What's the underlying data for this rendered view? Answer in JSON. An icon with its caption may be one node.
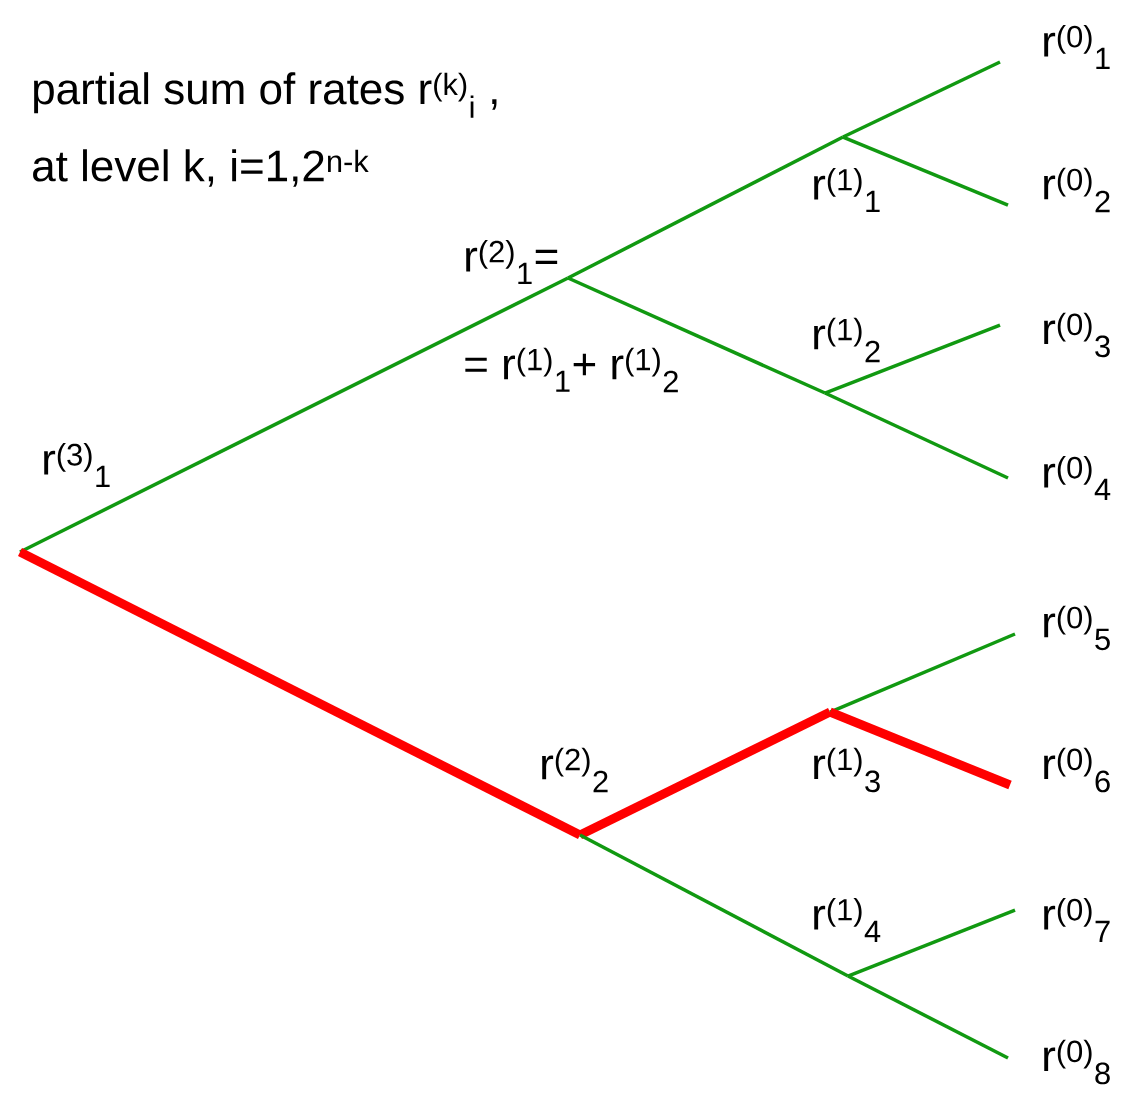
{
  "diagram": {
    "nodes": [
      {
        "text": [
          "r$^{(3)}$$_{1}$"
        ]
      },
      {
        "text": [
          "r$^{(2)}$$_{1}$="
        ],
        "beside": [
          "= r$^{(1)}$$_{1}$+ r$^{(1)}$$_{2}$"
        ]
      },
      {
        "text": [
          "r$^{(2)}$$_{2}$"
        ]
      },
      {
        "text": [
          "r$^{(1)}$$_{1}$"
        ]
      },
      {
        "text": [
          "r$^{(1)}$$_{2}$"
        ]
      },
      {
        "text": [
          "r$^{(1)}$$_{3}$"
        ]
      },
      {
        "text": [
          "r$^{(1)}$$_{4}$"
        ]
      },
      {
        "text": [
          "r$^{(0)}$$_{1}$"
        ]
      },
      {
        "text": [
          "r$^{(0)}$$_{2}$"
        ]
      },
      {
        "text": [
          "r$^{(0)}$$_{3}$"
        ]
      },
      {
        "text": [
          "r$^{(0)}$$_{4}$"
        ]
      },
      {
        "text": [
          "r$^{(0)}$$_{5}$"
        ]
      },
      {
        "text": [
          "r$^{(0)}$$_{6}$"
        ]
      },
      {
        "text": [
          "r$^{(0)}$$_{7}$"
        ]
      },
      {
        "text": [
          "r$^{(0)}$$_{8}$"
        ]
      }
    ],
    "edges": [
      {
        "from": 0,
        "to": 1,
        "arrow": "none"
      },
      {
        "from": 0,
        "to": 2,
        "arrow": "none",
        "style": "thick",
        "color": "#ff0000"
      },
      {
        "from": 1,
        "to": 3,
        "arrow": "none"
      },
      {
        "from": 1,
        "to": 4,
        "arrow": "none"
      },
      {
        "from": 2,
        "to": 5,
        "arrow": "none",
        "style": "thick",
        "color": "#ff0000"
      },
      {
        "from": 2,
        "to": 6,
        "arrow": "none"
      },
      {
        "from": 3,
        "to": 7,
        "arrow": "none"
      },
      {
        "from": 3,
        "to": 8,
        "arrow": "none"
      },
      {
        "from": 4,
        "to": 9,
        "arrow": "none"
      },
      {
        "from": 4,
        "to": 10,
        "arrow": "none"
      },
      {
        "from": 5,
        "to": 11,
        "arrow": "none"
      },
      {
        "from": 5,
        "to": 12,
        "arrow": "none",
        "style": "thick",
        "color": "#ff0000"
      },
      {
        "from": 6,
        "to": 13,
        "arrow": "none"
      },
      {
        "from": 6,
        "to": 14,
        "arrow": "none"
      }
    ],
    "labels": [
      "partial sum of rates r$^{(k)}$$_{i}$ ,",
      "at level k, i=1,2$^{n-k}$"
    ]
  }
}
